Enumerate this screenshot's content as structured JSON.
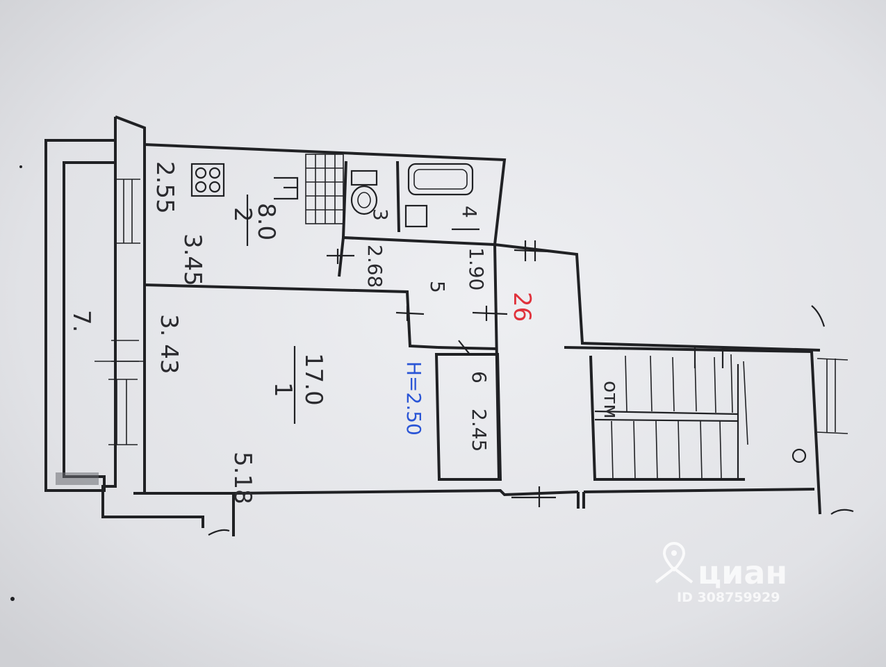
{
  "plan": {
    "balcony_label": "7.",
    "rooms": [
      {
        "id": "room-1",
        "number": "1",
        "area": "17.0",
        "dims": [
          "3. 43",
          "5.18"
        ]
      },
      {
        "id": "room-2",
        "number": "2",
        "area": "8.0",
        "dims": [
          "2.55",
          "3.45"
        ]
      },
      {
        "id": "room-3",
        "number": "3"
      },
      {
        "id": "room-4",
        "number": "4"
      },
      {
        "id": "room-5",
        "number": "5",
        "dims": [
          "2.68",
          "1.90"
        ]
      },
      {
        "id": "room-6",
        "number": "6",
        "dims": [
          "2.45"
        ]
      }
    ],
    "ceiling_height": "H=2.50",
    "apartment_number": "26",
    "stair_marks": "отм"
  },
  "watermark": {
    "brand": "циан",
    "id_text": "ID 308759929"
  },
  "colors": {
    "paper": "#dcdde1",
    "ink": "#202124",
    "height_blue": "#2a55d6",
    "apartment_red": "#e0313b",
    "watermark": "#ffffff"
  },
  "icons": [
    "stove-icon",
    "toilet-icon",
    "bathtub-icon",
    "sink-icon",
    "location-pin-icon"
  ]
}
